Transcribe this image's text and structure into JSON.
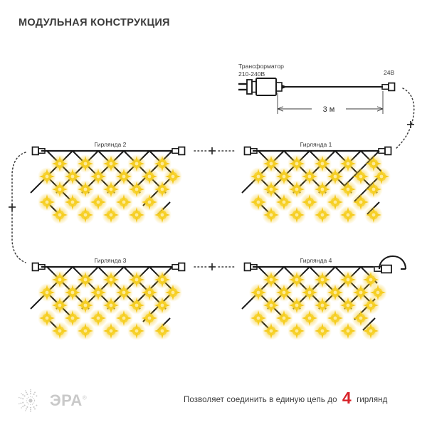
{
  "page": {
    "title": "МОДУЛЬНАЯ КОНСТРУКЦИЯ",
    "background_color": "#ffffff",
    "text_color": "#3a3a3a"
  },
  "transformer": {
    "label_line1": "Трансформатор",
    "label_line2": "210-240В",
    "output_label": "24В",
    "cable_length_label": "3 м",
    "icon": "power-transformer-icon"
  },
  "garlands": [
    {
      "id": "garland-1",
      "label": "Гирлянда 1",
      "position": "top-right"
    },
    {
      "id": "garland-2",
      "label": "Гирлянда 2",
      "position": "top-left"
    },
    {
      "id": "garland-3",
      "label": "Гирлянда 3",
      "position": "bottom-left"
    },
    {
      "id": "garland-4",
      "label": "Гирлянда 4",
      "position": "bottom-right"
    }
  ],
  "connectors": {
    "plus_symbol": "+",
    "joins": [
      {
        "name": "join-top-middle",
        "symbol": "+"
      },
      {
        "name": "join-bottom-middle",
        "symbol": "+"
      },
      {
        "name": "join-right-transformer",
        "symbol": "+"
      },
      {
        "name": "join-left-wrap",
        "symbol": "+"
      }
    ],
    "end_cap": "end-cap-terminator"
  },
  "footer": {
    "text_before": "Позволяет соединить в единую цепь до",
    "count": "4",
    "text_after": "гирлянд",
    "count_color": "#d8232a"
  },
  "brand": {
    "name": "ЭРА",
    "trademark": "®",
    "icon": "sunburst-logo-icon",
    "color": "#c9c9c9"
  },
  "colors": {
    "wire": "#1a1a1a",
    "light_core": "#f5d01e",
    "light_glow": "#f7c915",
    "accent_red": "#d8232a",
    "dotted_line": "#3a3a3a"
  }
}
